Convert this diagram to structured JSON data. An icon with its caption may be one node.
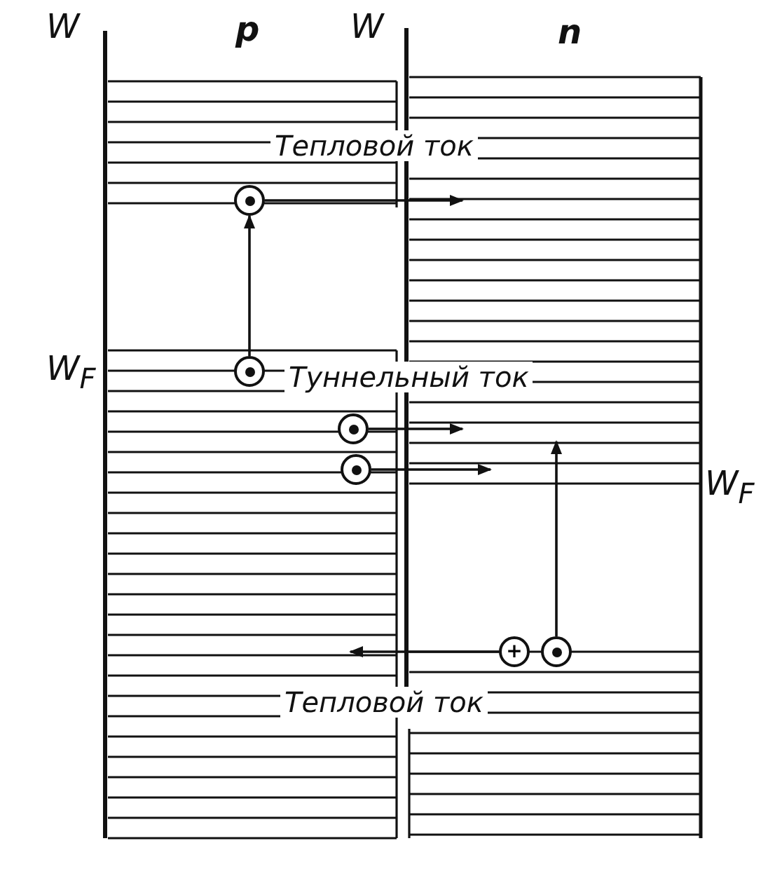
{
  "diagram": {
    "nodes": [
      {
        "text": [],
        "shape": "circle"
      },
      {
        "text": [],
        "shape": "circle"
      },
      {
        "text": [],
        "shape": "circle"
      },
      {
        "text": [],
        "shape": "circle"
      },
      {
        "text": [
          "+"
        ]
      },
      {
        "text": [],
        "shape": "circle"
      }
    ],
    "edges": [
      {
        "from": 1,
        "to": 0,
        "arrow": "to"
      },
      {
        "from": 0,
        "to": null,
        "arrow": "to"
      },
      {
        "from": 2,
        "to": null,
        "arrow": "to"
      },
      {
        "from": 3,
        "to": null,
        "arrow": "to"
      },
      {
        "from": 5,
        "to": null,
        "arrow": "to"
      },
      {
        "from": 4,
        "to": null,
        "arrow": "to"
      }
    ],
    "labels": [
      "W",
      "p",
      "W",
      "n",
      "Тепловой ток",
      "W$_{F}$",
      "Туннельный ток",
      "W$_{F}$",
      "Тепловой ток"
    ]
  }
}
